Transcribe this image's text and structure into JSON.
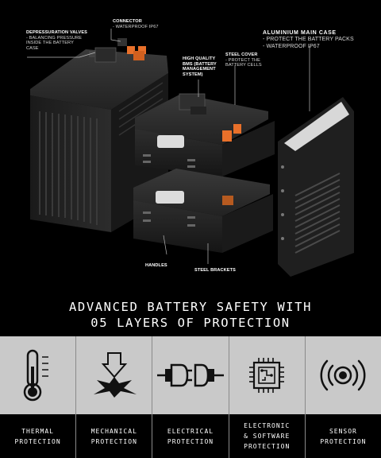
{
  "callouts": {
    "valves": {
      "title": "DEPRESSURATION VALVES",
      "lines": [
        "- BALANCING PRESSURE",
        "INSIDE THE BATTERY",
        "CASE"
      ]
    },
    "connector": {
      "title": "CONNECTOR",
      "lines": [
        "- WATERPROOF IP67"
      ]
    },
    "bms": {
      "title": "HIGH QUALITY",
      "lines": [
        "BMS (BATTERY",
        "MANAGEMENT",
        "SYSTEM)"
      ]
    },
    "cover": {
      "title": "STEEL COVER",
      "lines": [
        "- PROTECT THE",
        "BATTERY CELLS"
      ]
    },
    "case": {
      "title": "ALUMINIUM MAIN CASE",
      "lines": [
        "- PROTECT THE BATTERY PACKS",
        "- WATERPROOF IP67"
      ]
    },
    "handles": {
      "title": "HANDLES"
    },
    "brackets": {
      "title": "STEEL BRACKETS"
    }
  },
  "headline": {
    "line1": "ADVANCED BATTERY SAFETY WITH",
    "line2": "05 LAYERS OF PROTECTION"
  },
  "layers": [
    {
      "icon": "thermometer-icon",
      "lines": [
        "THERMAL",
        "PROTECTION"
      ]
    },
    {
      "icon": "impact-icon",
      "lines": [
        "MECHANICAL",
        "PROTECTION"
      ]
    },
    {
      "icon": "plug-icon",
      "lines": [
        "ELECTRICAL",
        "PROTECTION"
      ]
    },
    {
      "icon": "chip-icon",
      "lines": [
        "ELECTRONIC",
        "& SOFTWARE",
        "PROTECTION"
      ]
    },
    {
      "icon": "sensor-icon",
      "lines": [
        "SENSOR",
        "PROTECTION"
      ]
    }
  ],
  "colors": {
    "accent": "#e8702a",
    "panel": "#c9c9c9",
    "background": "#000000"
  }
}
